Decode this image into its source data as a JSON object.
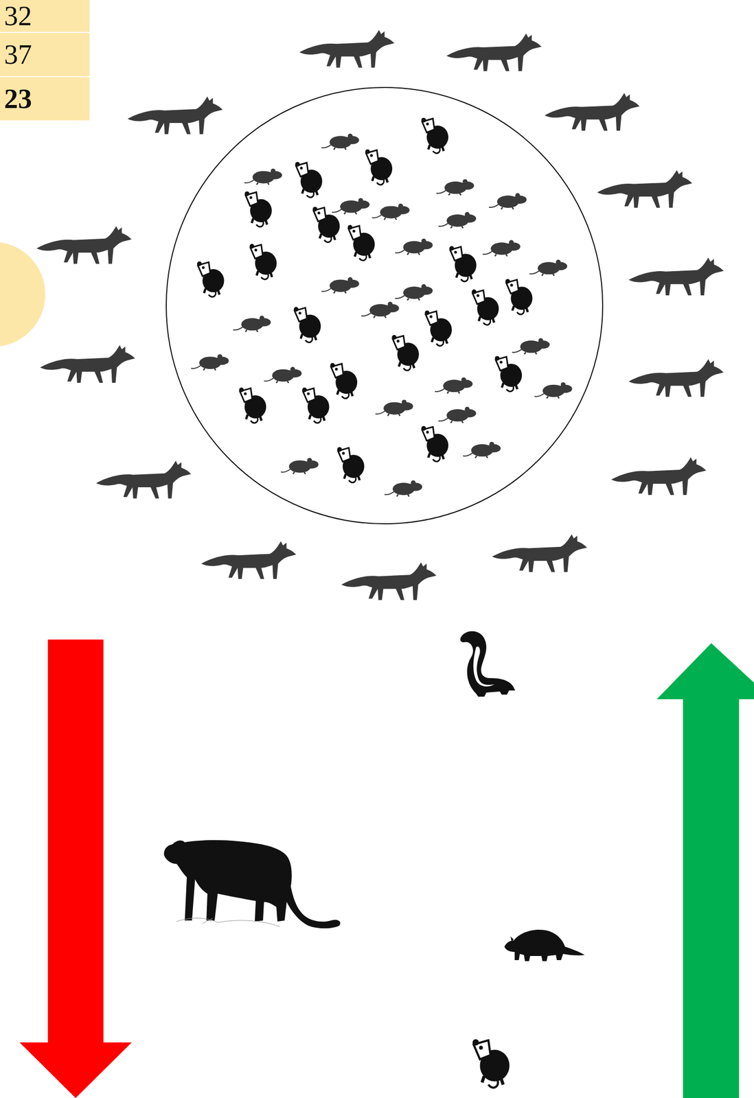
{
  "diagram": {
    "labels": [
      "32",
      "37",
      "23"
    ]
  }
}
